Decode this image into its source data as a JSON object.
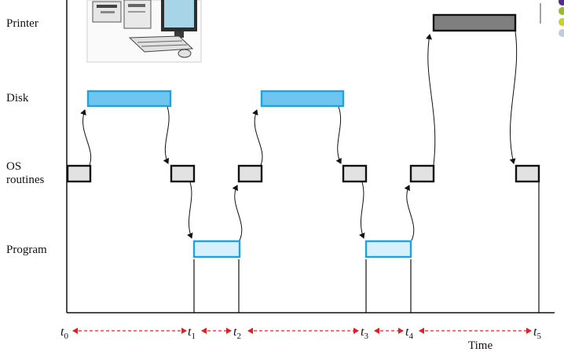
{
  "rows": {
    "printer": "Printer",
    "disk": "Disk",
    "os_line1": "OS",
    "os_line2": "routines",
    "program": "Program"
  },
  "axis": {
    "time_label": "Time",
    "ticks": [
      {
        "base": "t",
        "sub": "0"
      },
      {
        "base": "t",
        "sub": "1"
      },
      {
        "base": "t",
        "sub": "2"
      },
      {
        "base": "t",
        "sub": "3"
      },
      {
        "base": "t",
        "sub": "4"
      },
      {
        "base": "t",
        "sub": "5"
      }
    ]
  },
  "colors": {
    "disk_fill": "#6ec6f0",
    "disk_stroke": "#1aa4e0",
    "program_fill": "#d6f1fb",
    "program_stroke": "#1aa4e0",
    "os_fill": "#e2e2e2",
    "os_stroke": "#111111",
    "printer_fill": "#7f7f7f",
    "printer_stroke": "#111111",
    "interval_arrow": "#e02020"
  },
  "decor": {
    "dots": [
      "#5b2a86",
      "#9bbb2f",
      "#c9d22a",
      "#c0cbe0"
    ]
  }
}
